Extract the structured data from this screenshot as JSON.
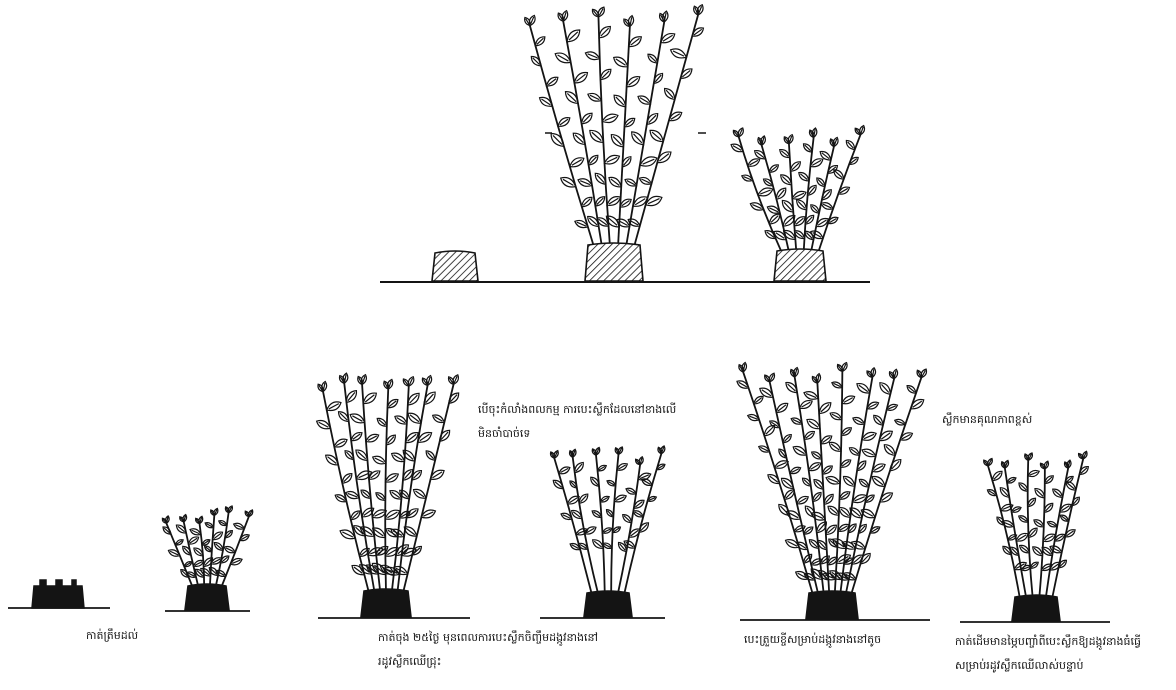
{
  "colors": {
    "ink": "#141414",
    "paper": "#ffffff"
  },
  "top_row": {
    "stages": [
      {
        "id": "stump",
        "label": ""
      },
      {
        "id": "tall-unpruned",
        "label": ""
      },
      {
        "id": "short-pruned",
        "label": ""
      }
    ]
  },
  "bottom_row": {
    "captions": {
      "cut_ground": "កាត់ត្រឹមដល់",
      "cut_top_line1": "កាត់ចុង ២៥ថ្ងៃ មុនពេលការបេះស្លឹកចិញ្ចឹមដង្កូវនាងនៅ",
      "cut_top_line2": "រដូវស្លឹកឈើជ្រុះ",
      "note_line1": "បើចុះកំលាំងពលកម្ម ការបេះស្លឹកដែលនៅខាងលើ",
      "note_line2": "មិនចាំបាច់ទេ",
      "harvest_low": "បេះត្រួយខ្ចីសម្រាប់ដង្កូវនាងនៅតូច",
      "quality_note": "ស្លឹកមានគុណភាពខ្ពស់",
      "cut_stem_line1": "កាត់ដើមមានម្ភៃបញ្ចាំពីបេះស្លឹកឱ្យដង្កូវនាងធំធ្វើ",
      "cut_stem_line2": "សម្រាប់រដូវស្លឹកឈើលាស់បន្ទាប់"
    }
  }
}
